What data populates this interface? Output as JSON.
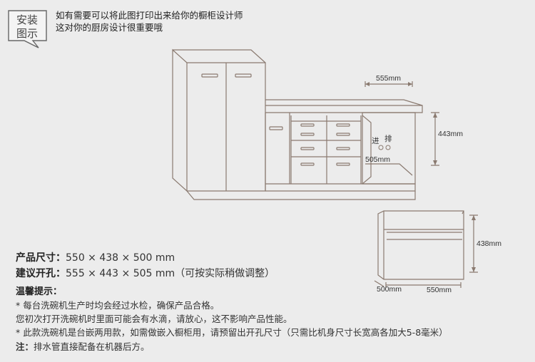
{
  "badge": {
    "line1": "安装",
    "line2": "图示"
  },
  "intro": {
    "line1": "如有需要可以将此图打印出来给你的橱柜设计师",
    "line2": "这对你的厨房设计很重要哦"
  },
  "cabinet": {
    "width_label": "555mm",
    "height_label": "443mm",
    "depth_label": "505mm",
    "inlet_label": "进",
    "outlet_label": "排"
  },
  "dishwasher": {
    "height_label": "438mm",
    "depth_label": "500mm",
    "width_label": "550mm"
  },
  "specs": {
    "size_label": "产品尺寸：",
    "size_value": "550 × 438 × 500 mm",
    "hole_label": "建议开孔：",
    "hole_value": "555 × 443 × 505 mm（可按实际稍做调整）"
  },
  "tips": {
    "title": "温馨提示：",
    "item1": "* 每台洗碗机生产时均会经过水检，确保产品合格。",
    "item2": "您初次打开洗碗机时里面可能会有水滴，请放心，这不影响产品性能。",
    "item3": "* 此款洗碗机是台嵌两用款，如需做嵌入橱柜用，请预留出开孔尺寸（只需比机身尺寸长宽高各加大5-8毫米）",
    "note_label": "注：",
    "note_text": "排水管直接配备在机器后方。"
  },
  "colors": {
    "line": "#8a7a70",
    "background": "#ececec"
  }
}
